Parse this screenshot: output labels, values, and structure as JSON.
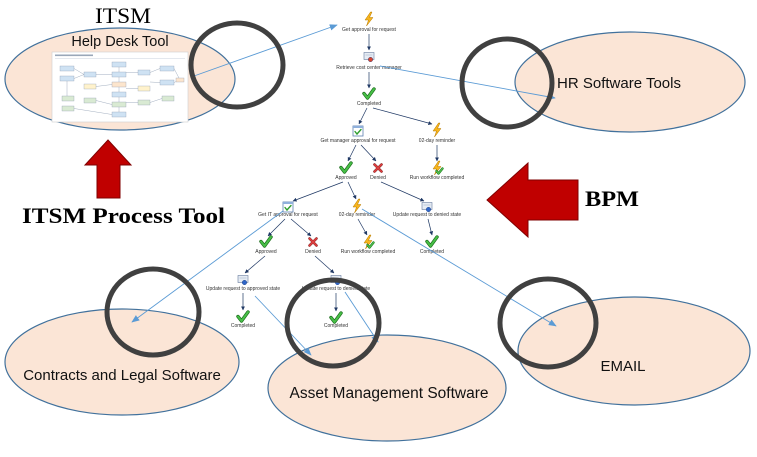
{
  "header": {
    "title": "ITSM"
  },
  "labels": {
    "process_tool": "ITSM Process Tool",
    "bpm": "BPM"
  },
  "systems": {
    "help_desk": "Help Desk Tool",
    "hr": "HR Software Tools",
    "contracts": "Contracts and Legal Software",
    "asset": "Asset Management Software",
    "email": "EMAIL"
  },
  "workflow": [
    {
      "label": "Get approval for request",
      "icon": "lightning-icon"
    },
    {
      "label": "Retrieve cost center manager",
      "icon": "activity-icon"
    },
    {
      "label": "Completed",
      "icon": "check-icon"
    },
    {
      "label": "Get manager approval for request",
      "icon": "task-icon"
    },
    {
      "label": "02-day reminder",
      "icon": "lightning-icon"
    },
    {
      "label": "Approved",
      "icon": "check-icon"
    },
    {
      "label": "Denied",
      "icon": "cross-icon"
    },
    {
      "label": "Run workflow completed",
      "icon": "lightning-check-icon"
    },
    {
      "label": "Get IT approval for request",
      "icon": "task-icon"
    },
    {
      "label": "02-day reminder",
      "icon": "lightning-icon"
    },
    {
      "label": "Update request to denied state",
      "icon": "activity-icon"
    },
    {
      "label": "Approved",
      "icon": "check-icon"
    },
    {
      "label": "Denied",
      "icon": "cross-icon"
    },
    {
      "label": "Run workflow completed",
      "icon": "lightning-check-icon"
    },
    {
      "label": "Completed",
      "icon": "check-icon"
    },
    {
      "label": "Update request to approved state",
      "icon": "activity-icon"
    },
    {
      "label": "Update request to denied state",
      "icon": "activity-icon"
    },
    {
      "label": "Completed",
      "icon": "check-icon"
    },
    {
      "label": "Completed",
      "icon": "check-icon"
    }
  ],
  "colors": {
    "ellipse_fill": "#fbe5d6",
    "ellipse_stroke": "#41719c",
    "highlight_circle": "#404040",
    "arrow_red": "#c00000",
    "arrow_outline": "#7f0000",
    "link_blue": "#5b9bd5",
    "connector": "#1f3864"
  }
}
